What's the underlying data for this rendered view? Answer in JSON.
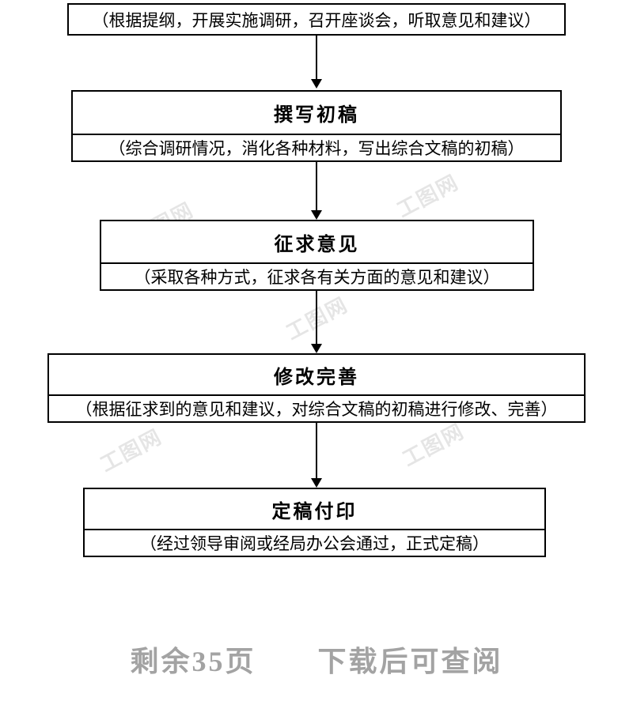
{
  "document": {
    "watermark": "工图网",
    "footer": "剩余35页　　下载后可查阅"
  },
  "flowchart": {
    "intro_note": "（根据提纲，开展实施调研，召开座谈会，听取意见和建议）",
    "steps": [
      {
        "title": "撰写初稿",
        "note": "（综合调研情况，消化各种材料，写出综合文稿的初稿）"
      },
      {
        "title": "征求意见",
        "note": "（采取各种方式，征求各有关方面的意见和建议）"
      },
      {
        "title": "修改完善",
        "note": "（根据征求到的意见和建议，对综合文稿的初稿进行修改、完善）"
      },
      {
        "title": "定稿付印",
        "note": "（经过领导审阅或经局办公会通过，正式定稿）"
      }
    ]
  }
}
